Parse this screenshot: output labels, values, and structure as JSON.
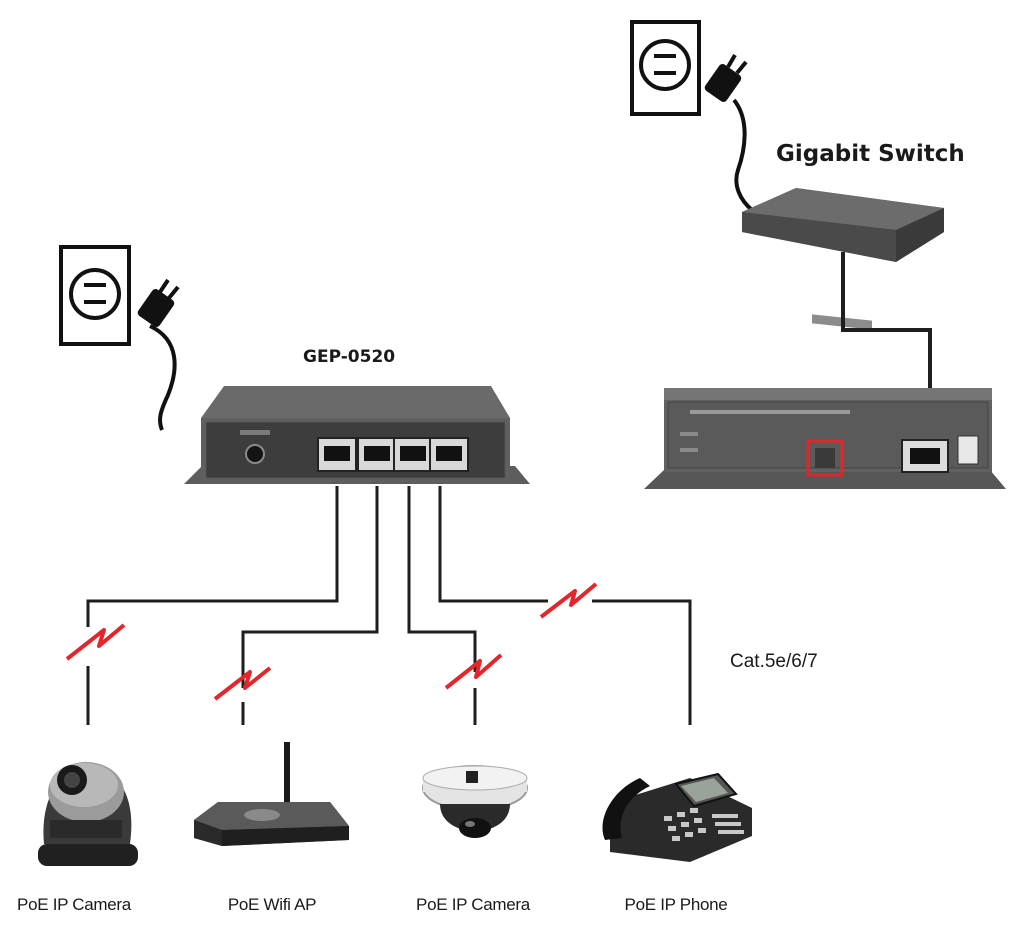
{
  "labels": {
    "gigabit_switch": "Gigabit Switch",
    "poe_switch_model": "GEP-0520",
    "cable_type": "Cat.5e/6/7",
    "device_1": "PoE IP Camera",
    "device_2": "PoE Wifi AP",
    "device_3": "PoE IP Camera",
    "device_4": "PoE IP Phone"
  },
  "colors": {
    "cable": "#1e1e1e",
    "device_body": "#4a4a4a",
    "device_front": "#2e2e2e",
    "port_highlight": "#e0262b",
    "wireless_bolt": "#e3262b"
  },
  "icons": [
    "power-outlet-icon",
    "power-plug-icon",
    "ethernet-port-icon",
    "wireless-bolt-icon"
  ]
}
